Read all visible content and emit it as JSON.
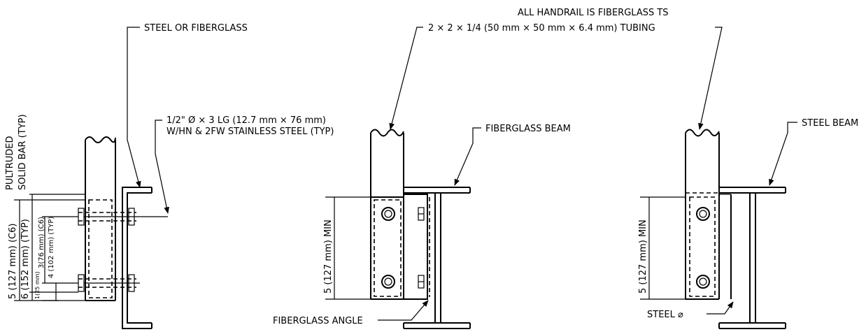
{
  "labels": {
    "steel_or_fiberglass": "STEEL OR FIBERGLASS",
    "handrail_line1": "ALL HANDRAIL IS FIBERGLASS TS",
    "handrail_line2": "2 × 2 × 1/4 (50 mm × 50 mm × 6.4 mm) TUBING",
    "bolt_line1": "1/2\" Ø × 3 LG (12.7 mm × 76 mm)",
    "bolt_line2": "W/HN & 2FW STAINLESS STEEL (TYP)",
    "fiberglass_beam": "FIBERGLASS BEAM",
    "steel_beam": "STEEL BEAM",
    "fiberglass_angle": "FIBERGLASS ANGLE",
    "steel_plate": "STEEL ⌀"
  },
  "dimensions": {
    "pultruded_line1": "PULTRUDED",
    "pultruded_line2": "SOLID BAR (TYP)",
    "d_127_c6": "5 (127 mm) (C6)",
    "d_152_typ": "6 (152 mm) (TYP)",
    "d_25": "1(25 mm)",
    "d_76_c6": "3(76 mm) (C6)",
    "d_102_typ": "4 (102 mm) (TYP)",
    "d_127_min_mid": "5 (127 mm) MIN",
    "d_127_min_right": "5 (127 mm) MIN"
  }
}
